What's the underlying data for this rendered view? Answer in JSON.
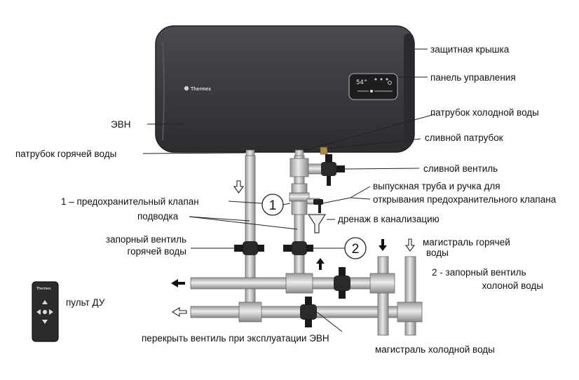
{
  "heater": {
    "brand": "Thermex",
    "display": "54°",
    "body_color": "#3a3b3e"
  },
  "labels": {
    "protective_cover": "защитная крышка",
    "control_panel": "панель управления",
    "cold_inlet": "патрубок холодной воды",
    "evn": "ЭВН",
    "drain_pipe": "сливной патрубок",
    "hot_outlet": "патрубок горячей воды",
    "drain_valve": "сливной вентиль",
    "outlet_line1": "выпускная труба и  ручка для",
    "outlet_line2": "открывания предохранительного клапана",
    "safety_valve": "1 – предохранительный клапан",
    "supply": "подводка",
    "sewer_drain": "дренаж в канализацию",
    "hot_shutoff_line1": "запорный вентиль",
    "hot_shutoff_line2": "горячей воды",
    "hot_main_line1": "магистраль горячей",
    "hot_main_line2": "воды",
    "cold_shutoff_line1": "2 - запорный вентиль",
    "cold_shutoff_line2": "холоной воды",
    "remote": "пульт ДУ",
    "close_valve": "перекрыть вентиль при эксплуатации ЭВН",
    "cold_main": "магистраль холодной воды"
  },
  "markers": {
    "one": "1",
    "two": "2"
  }
}
